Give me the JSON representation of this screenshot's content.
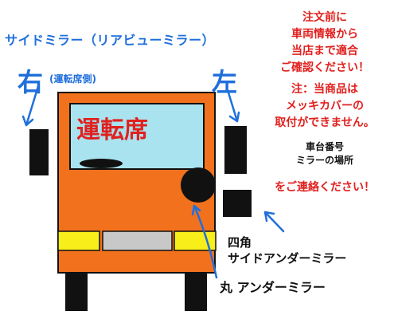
{
  "title": "サイドミラー（リアビューミラー）",
  "right_side": {
    "label": "右",
    "note": "(運転席側)"
  },
  "left_side": {
    "label": "左"
  },
  "cab_label": "運転席",
  "notice_lines": [
    "注文前に",
    "車両情報から",
    "当店まで適合",
    "ご確認ください！"
  ],
  "notice2_lines": [
    "注：当商品は",
    "メッキカバーの",
    "取付ができません。"
  ],
  "info_lines": [
    "車台番号",
    "ミラーの場所"
  ],
  "contact": "をご連絡ください！",
  "square_mirror_lines": [
    "四角",
    "サイドアンダーミラー"
  ],
  "round_mirror": "丸 アンダーミラー",
  "colors": {
    "truck_body": "#f2711c",
    "windshield": "#a9e3f0",
    "mirror": "#111111",
    "headlight": "#f7ee1a",
    "grille": "#c8c8c8",
    "arrow": "#1f6fdc",
    "red_text": "#e0211f",
    "blue_text": "#1f6fdc"
  }
}
